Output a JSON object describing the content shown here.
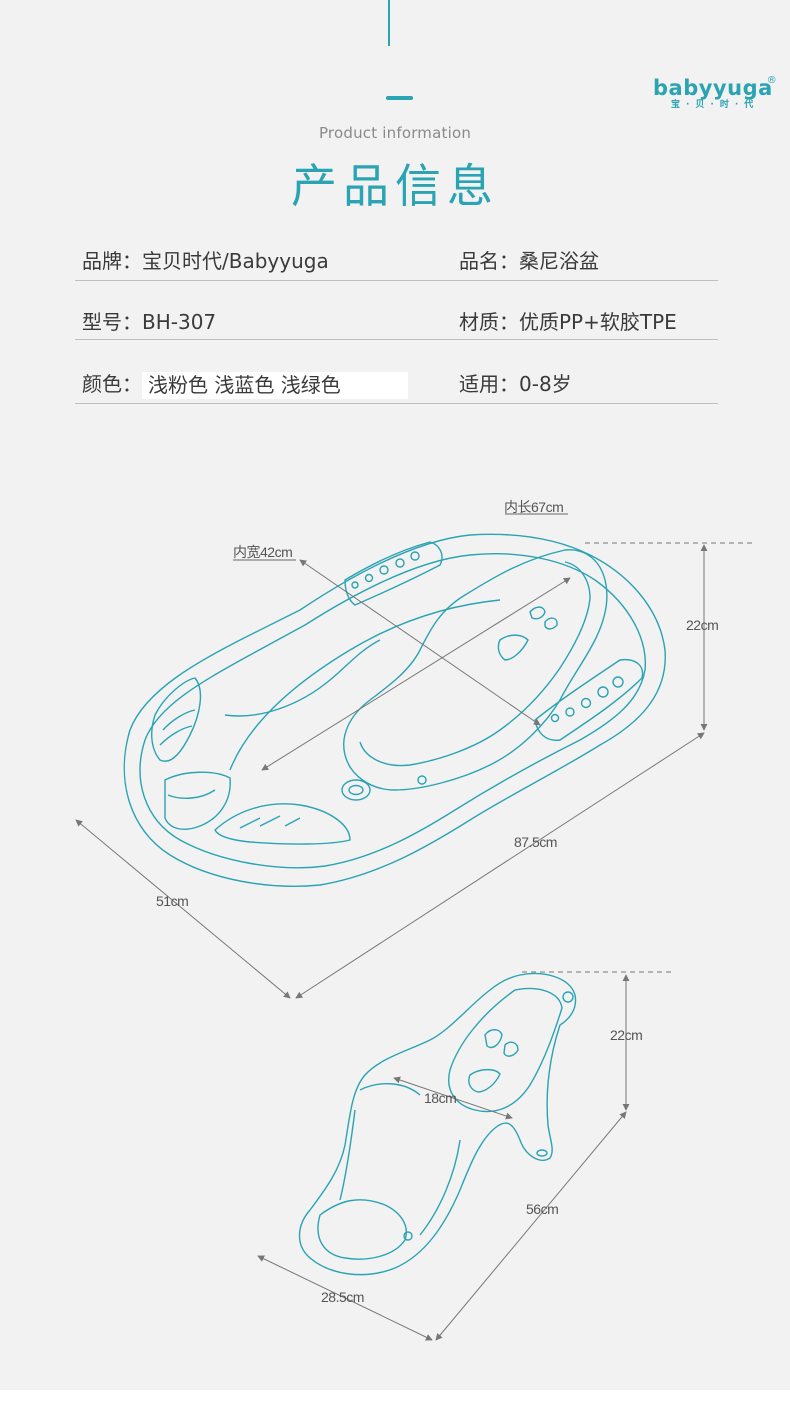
{
  "header": {
    "subtitle": "Product information",
    "title": "产品信息"
  },
  "logo": {
    "text": "babyyuga",
    "reg": "®",
    "sub": "宝·贝·时·代"
  },
  "specs": {
    "brand_label": "品牌：",
    "brand_value": "宝贝时代/Babyyuga",
    "name_label": "品名：",
    "name_value": "桑尼浴盆",
    "model_label": "型号：",
    "model_value": "BH-307",
    "material_label": "材质：",
    "material_value": "优质PP+软胶TPE",
    "color_label": "颜色：",
    "color_value": "浅粉色 浅蓝色 浅绿色",
    "age_label": "适用：",
    "age_value": "0-8岁"
  },
  "dimensions": {
    "inner_length": "内长67cm",
    "inner_width": "内宽42cm",
    "tub_height": "22cm",
    "tub_length": "87.5cm",
    "tub_width": "51cm",
    "seat_height": "22cm",
    "seat_inner_width": "18cm",
    "seat_length": "56cm",
    "seat_width": "28.5cm"
  },
  "colors": {
    "accent": "#2aa3b3",
    "background": "#f2f2f2",
    "text": "#333333",
    "muted": "#8a8a8a"
  }
}
